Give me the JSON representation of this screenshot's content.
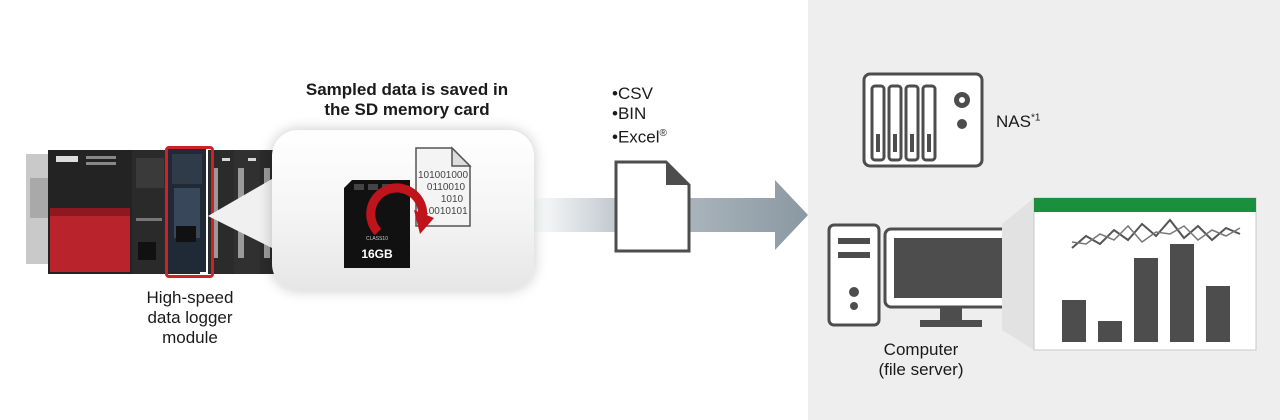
{
  "callout": {
    "title_line1": "Sampled data is saved in",
    "title_line2": "the SD memory card"
  },
  "sd_card": {
    "capacity": "16GB",
    "class": "CLASS10"
  },
  "doc_bits": [
    "101001000",
    "0110010",
    "1010",
    "110010101"
  ],
  "formats": [
    {
      "bullet": "•",
      "name": "CSV",
      "sup": ""
    },
    {
      "bullet": "•",
      "name": "BIN",
      "sup": ""
    },
    {
      "bullet": "•",
      "name": "Excel",
      "sup": "®"
    }
  ],
  "module_label": [
    "High-speed",
    "data logger",
    "module"
  ],
  "nas": {
    "label": "NAS",
    "note": "*1"
  },
  "computer_label": [
    "Computer",
    "(file server)"
  ],
  "colors": {
    "highlight_red": "#d0202a",
    "arrow_gray": "#8a98a2",
    "icon_gray": "#4d4d4d",
    "accent_green": "#1a8f3e",
    "plc_red": "#b8232c"
  },
  "screen_chart": {
    "bars": [
      3,
      1.5,
      6,
      7,
      4
    ]
  }
}
